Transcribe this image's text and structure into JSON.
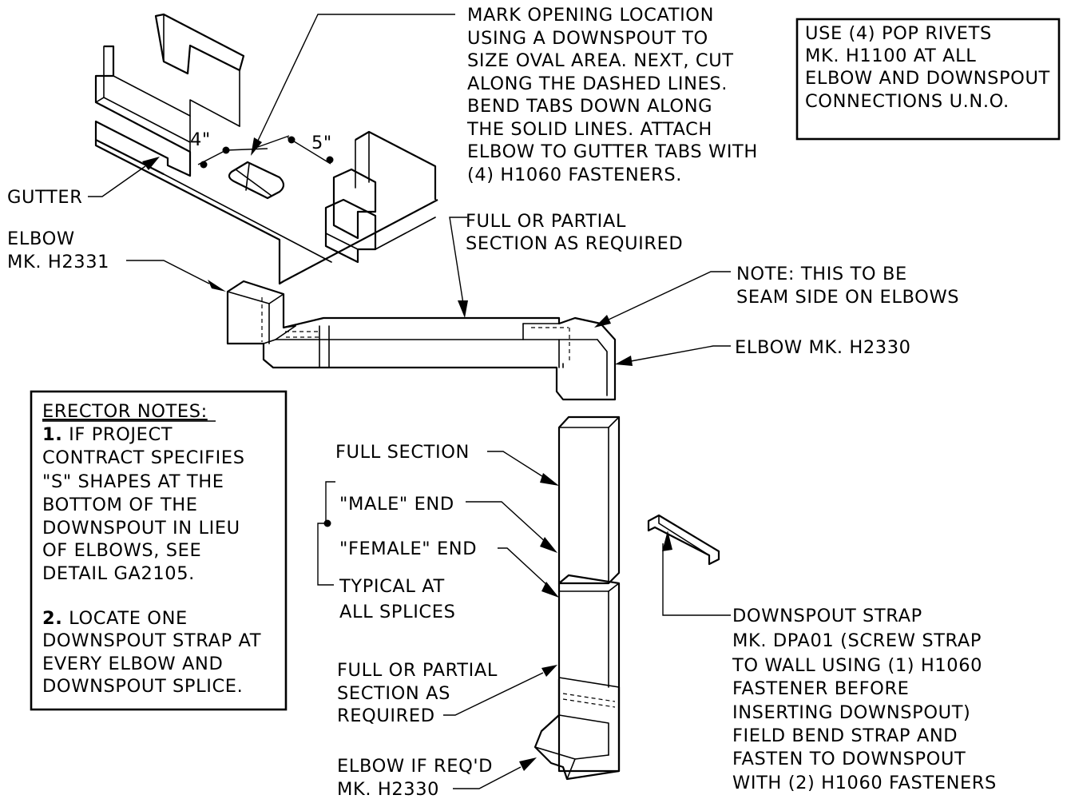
{
  "notes": {
    "mark_opening": [
      "MARK OPENING LOCATION",
      "USING A DOWNSPOUT TO",
      "SIZE OVAL AREA. NEXT, CUT",
      "ALONG THE DASHED LINES.",
      "BEND TABS DOWN ALONG",
      "THE SOLID LINES. ATTACH",
      "ELBOW TO GUTTER TABS WITH",
      "(4) H1060 FASTENERS."
    ],
    "pop_rivets": [
      "USE (4) POP RIVETS",
      "MK. H1100 AT ALL",
      "ELBOW AND DOWNSPOUT",
      "CONNECTIONS U.N.O."
    ],
    "erector": {
      "title": "ERECTOR NOTES:",
      "note1_num": "1.",
      "note1": [
        " IF PROJECT",
        "CONTRACT SPECIFIES",
        "\"S\" SHAPES AT THE",
        "BOTTOM OF THE",
        "DOWNSPOUT IN LIEU",
        "OF ELBOWS, SEE",
        "DETAIL GA2105."
      ],
      "note2_num": "2.",
      "note2": [
        " LOCATE ONE",
        "DOWNSPOUT STRAP AT",
        "EVERY ELBOW AND",
        "DOWNSPOUT SPLICE."
      ]
    }
  },
  "dimensions": {
    "dim_a": "4\"",
    "dim_b": "5\""
  },
  "labels": {
    "gutter": "GUTTER",
    "elbow_top": [
      "ELBOW",
      "MK. H2331"
    ],
    "full_partial_top": [
      "FULL OR PARTIAL",
      "SECTION AS REQUIRED"
    ],
    "seam_note": [
      "NOTE: THIS TO BE",
      "SEAM SIDE ON ELBOWS"
    ],
    "elbow_right": "ELBOW MK. H2330",
    "full_section": "FULL SECTION",
    "male_end": "\"MALE\" END",
    "female_end": "\"FEMALE\" END",
    "typical": [
      "TYPICAL AT",
      "ALL SPLICES"
    ],
    "full_partial_low": [
      "FULL OR PARTIAL",
      "SECTION AS",
      "REQUIRED"
    ],
    "elbow_bottom": [
      "ELBOW IF REQ'D",
      "MK. H2330"
    ],
    "strap": [
      "DOWNSPOUT STRAP",
      "MK. DPA01 (SCREW STRAP",
      "TO WALL USING (1) H1060",
      "FASTENER BEFORE",
      "INSERTING DOWNSPOUT)",
      "FIELD BEND STRAP AND",
      "FASTEN TO DOWNSPOUT",
      "WITH (2) H1060 FASTENERS"
    ]
  }
}
